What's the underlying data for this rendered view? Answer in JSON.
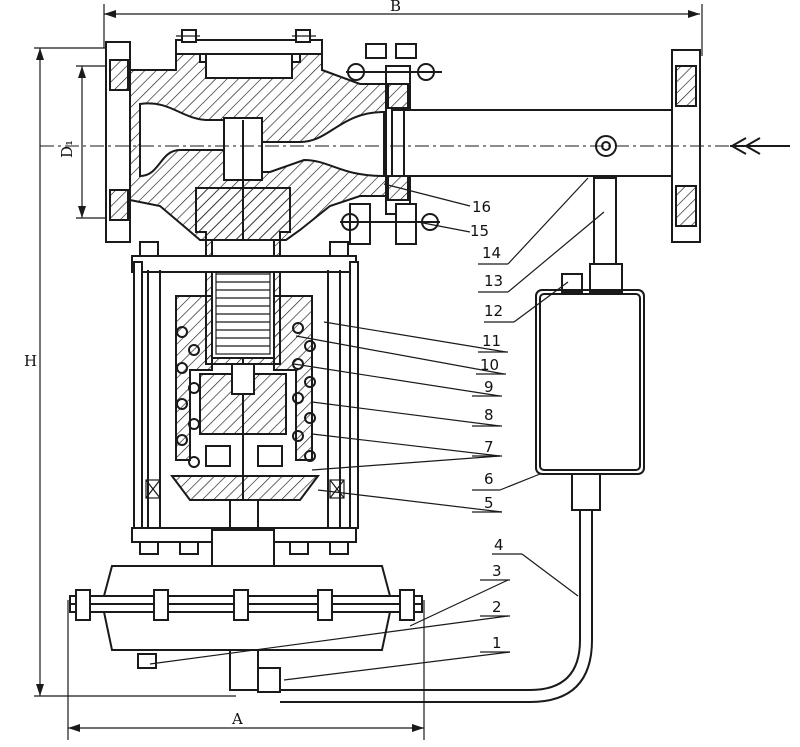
{
  "dimensions": {
    "width_label": "B",
    "height_label": "H",
    "base_label": "A",
    "diameter_label": "D₁"
  },
  "flow_arrow": {
    "icon": "flow-direction-arrow-icon"
  },
  "callouts": [
    {
      "label": "1"
    },
    {
      "label": "2"
    },
    {
      "label": "3"
    },
    {
      "label": "4"
    },
    {
      "label": "5"
    },
    {
      "label": "6"
    },
    {
      "label": "7"
    },
    {
      "label": "8"
    },
    {
      "label": "9"
    },
    {
      "label": "10"
    },
    {
      "label": "11"
    },
    {
      "label": "12"
    },
    {
      "label": "13"
    },
    {
      "label": "14"
    },
    {
      "label": "15"
    },
    {
      "label": "16"
    }
  ]
}
